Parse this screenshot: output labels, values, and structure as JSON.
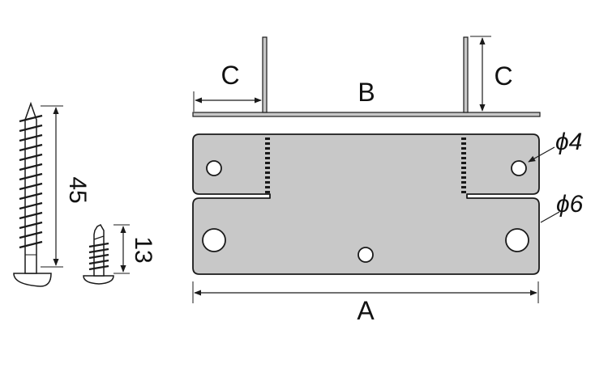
{
  "labels": {
    "A": "A",
    "B": "B",
    "C_left": "C",
    "C_right": "C",
    "hole_small": "ϕ4",
    "hole_large": "ϕ6",
    "long_screw_length": "45",
    "short_screw_length": "13"
  },
  "colors": {
    "plate_fill": "#c8c8c8",
    "outline": "#1a1a1a",
    "background": "#ffffff"
  }
}
